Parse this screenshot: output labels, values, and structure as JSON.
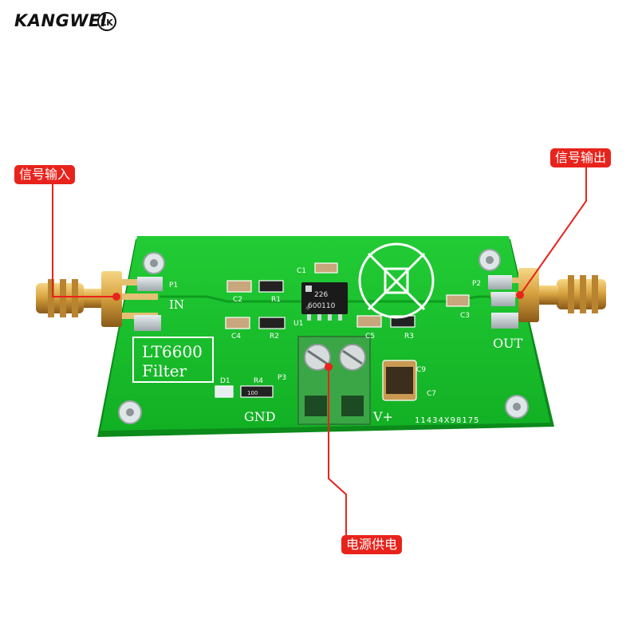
{
  "brand": {
    "name": "KANGWEI",
    "mark": "LK"
  },
  "callouts": {
    "input": "信号输入",
    "output": "信号输出",
    "power": "电源供电"
  },
  "board": {
    "module_line1": "LT6600",
    "module_line2": "Filter",
    "in_label": "IN",
    "out_label": "OUT",
    "gnd_label": "GND",
    "vplus_label": "V+",
    "serial": "11434X98175",
    "chip_line1": "226",
    "chip_line2": "600110",
    "designators": {
      "p1": "P1",
      "p2": "P2",
      "p3": "P3",
      "c1": "C1",
      "c2": "C2",
      "c3": "C3",
      "c4": "C4",
      "c5": "C5",
      "c7": "C7",
      "c9": "C9",
      "r1": "R1",
      "r2": "R2",
      "r3": "R3",
      "r4": "R4",
      "u1": "U1",
      "d1": "D1",
      "r4_code": "100"
    }
  },
  "colors": {
    "pcb": "#16c12a",
    "pcb_edge": "#0f9a20",
    "silk": "#ffffff",
    "gold": "#d9a441",
    "terminal": "#3aa646",
    "callout": "#e8231c"
  }
}
